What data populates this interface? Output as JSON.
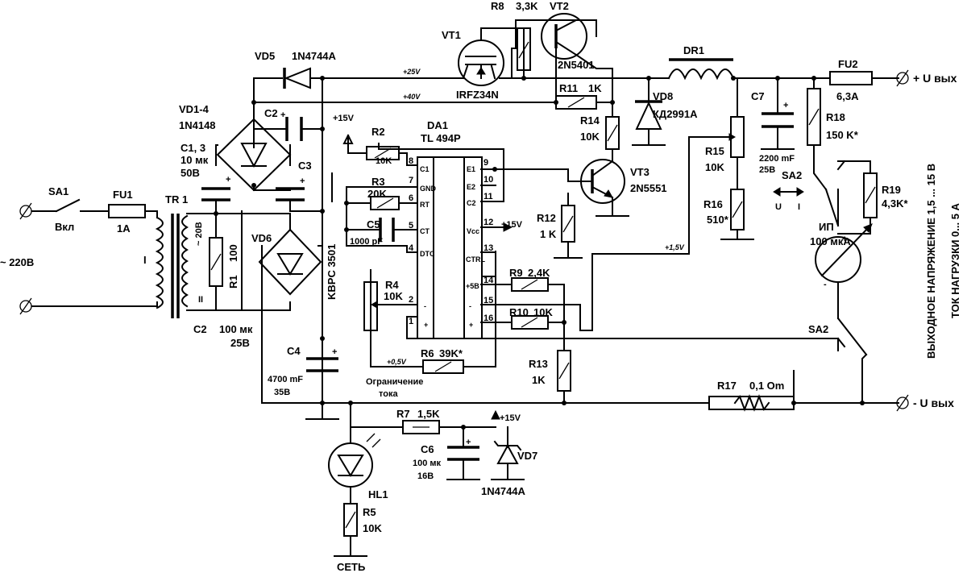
{
  "labels": {
    "vt1": "VT1",
    "irfz34n": "IRFZ34N",
    "r8": "R8",
    "r8v": "3,3K",
    "vt2": "VT2",
    "vt2t": "2N5401",
    "dr1": "DR1",
    "fu2": "FU2",
    "fu2v": "6,3A",
    "uout_p": "+ U вых",
    "uout_n": "- U вых",
    "vd5": "VD5",
    "vd5t": "1N4744A",
    "n25": "+25V",
    "n40": "+40V",
    "r11": "R11",
    "r11v": "1K",
    "vd8": "VD8",
    "vd8t": "КД2991А",
    "c7": "C7",
    "c7v": "2200 mF",
    "c7u": "25B",
    "r18": "R18",
    "r18v": "150 K*",
    "vd14": "VD1-4",
    "vd14t": "1N4148",
    "c2a": "C2",
    "c13": "C1, 3",
    "c13v": "10 мк",
    "c13u": "50B",
    "c3": "C3",
    "p15a": "+15V",
    "r2": "R2",
    "r2v": "10K",
    "da1": "DA1",
    "da1t": "TL 494P",
    "r14": "R14",
    "r14v": "10K",
    "vt3": "VT3",
    "vt3t": "2N5551",
    "r15": "R15",
    "r15v": "10K",
    "sa2a": "SA2",
    "sa2u": "U",
    "sa2i": "I",
    "r19": "R19",
    "r19v": "4,3K*",
    "r3": "R3",
    "r3v": "20K",
    "c5": "C5",
    "c5v": "1000 pF",
    "p15b": "+15V",
    "r12": "R12",
    "r12v": "1 K",
    "r16": "R16",
    "r16v": "510*",
    "ip": "ИП",
    "ipv": "100 мкА",
    "n15": "+1,5V",
    "sa1": "SA1",
    "fu1": "FU1",
    "fu1v": "1A",
    "vkl": "Вкл",
    "tr1": "TR 1",
    "mains": "~ 220В",
    "w1": "I",
    "w2": "II",
    "v20": "~ 20В",
    "r1": "R1",
    "r1v": "100",
    "vd6": "VD6",
    "kbpc": "KBPC 3501",
    "r4": "R4",
    "r4v": "10K",
    "r9": "R9",
    "r9v": "2,4K",
    "r10": "R10",
    "r10v": "10K",
    "c2b": "C2",
    "c2bv": "100 мк",
    "c2bu": "25B",
    "c4": "C4",
    "c4v": "4700 mF",
    "c4u": "35B",
    "n05": "+0,5V",
    "r6": "R6",
    "r6v": "39K*",
    "limit1": "Ограничение",
    "limit2": "тока",
    "r13": "R13",
    "r13v": "1K",
    "r17": "R17",
    "r17v": "0,1 Om",
    "sa2b": "SA2",
    "r7": "R7",
    "r7v": "1,5K",
    "p15c": "+15V",
    "c6": "C6",
    "c6v": "100 мк",
    "c6u": "16B",
    "vd7": "VD7",
    "vd7t": "1N4744A",
    "hl1": "HL1",
    "r5": "R5",
    "r5v": "10K",
    "set": "СЕТЬ",
    "side1": "ВЫХОДНОЕ НАПРЯЖЕНИЕ 1,5 ... 15 В",
    "side2": "ТОК НАГРУЗКИ 0... 5 А"
  },
  "ic_pins": {
    "c1": "C1",
    "gnd": "GND",
    "rt": "RT",
    "ct": "CT",
    "dtc": "DTC",
    "e1": "E1",
    "e2": "E2",
    "c2": "C2",
    "vcc": "Vcc",
    "ctrl": "CTRL",
    "p5b": "+5B",
    "minus": "-",
    "plus": "+",
    "minus2": "-",
    "plus2": "+",
    "n8": "8",
    "n7": "7",
    "n6": "6",
    "n5": "5",
    "n4": "4",
    "n2": "2",
    "n1": "1",
    "n9": "9",
    "n10": "10",
    "n11": "11",
    "n12": "12",
    "n13": "13",
    "n14": "14",
    "n15": "15",
    "n16": "16"
  }
}
